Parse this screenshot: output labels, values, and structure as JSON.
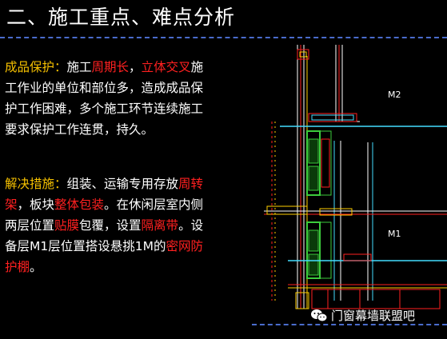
{
  "title": "二、施工重点、难点分析",
  "para1": {
    "label": "成品保护：",
    "t1": "施工",
    "h1": "周期长",
    "t2": "，",
    "h2": "立体交叉",
    "t3": "施工作业的单位和部位多，造成成品保护工作困难，多个施工环节连续施工要求保护工作连贯，持久。"
  },
  "para2": {
    "label": "解决措施：",
    "t1": "组装、运输专用存放",
    "h1": "周转架",
    "t2": "，板块",
    "h2": "整体包装",
    "t3": "。在休闲层室内侧两层位置",
    "h3": "贴膜",
    "t4": "包覆，设置",
    "h4": "隔离带",
    "t5": "。设备层M1层位置搭设悬挑1M的",
    "h5": "密网防护棚",
    "t6": "。"
  },
  "drawing": {
    "label_m2": "M2",
    "label_m1": "M1"
  },
  "watermark": {
    "text": "门窗幕墙联盟吧"
  },
  "colors": {
    "background": "#000000",
    "highlight_yellow": "#f5c000",
    "highlight_red": "#ff2020",
    "rule_blue": "#4a6ccc"
  }
}
